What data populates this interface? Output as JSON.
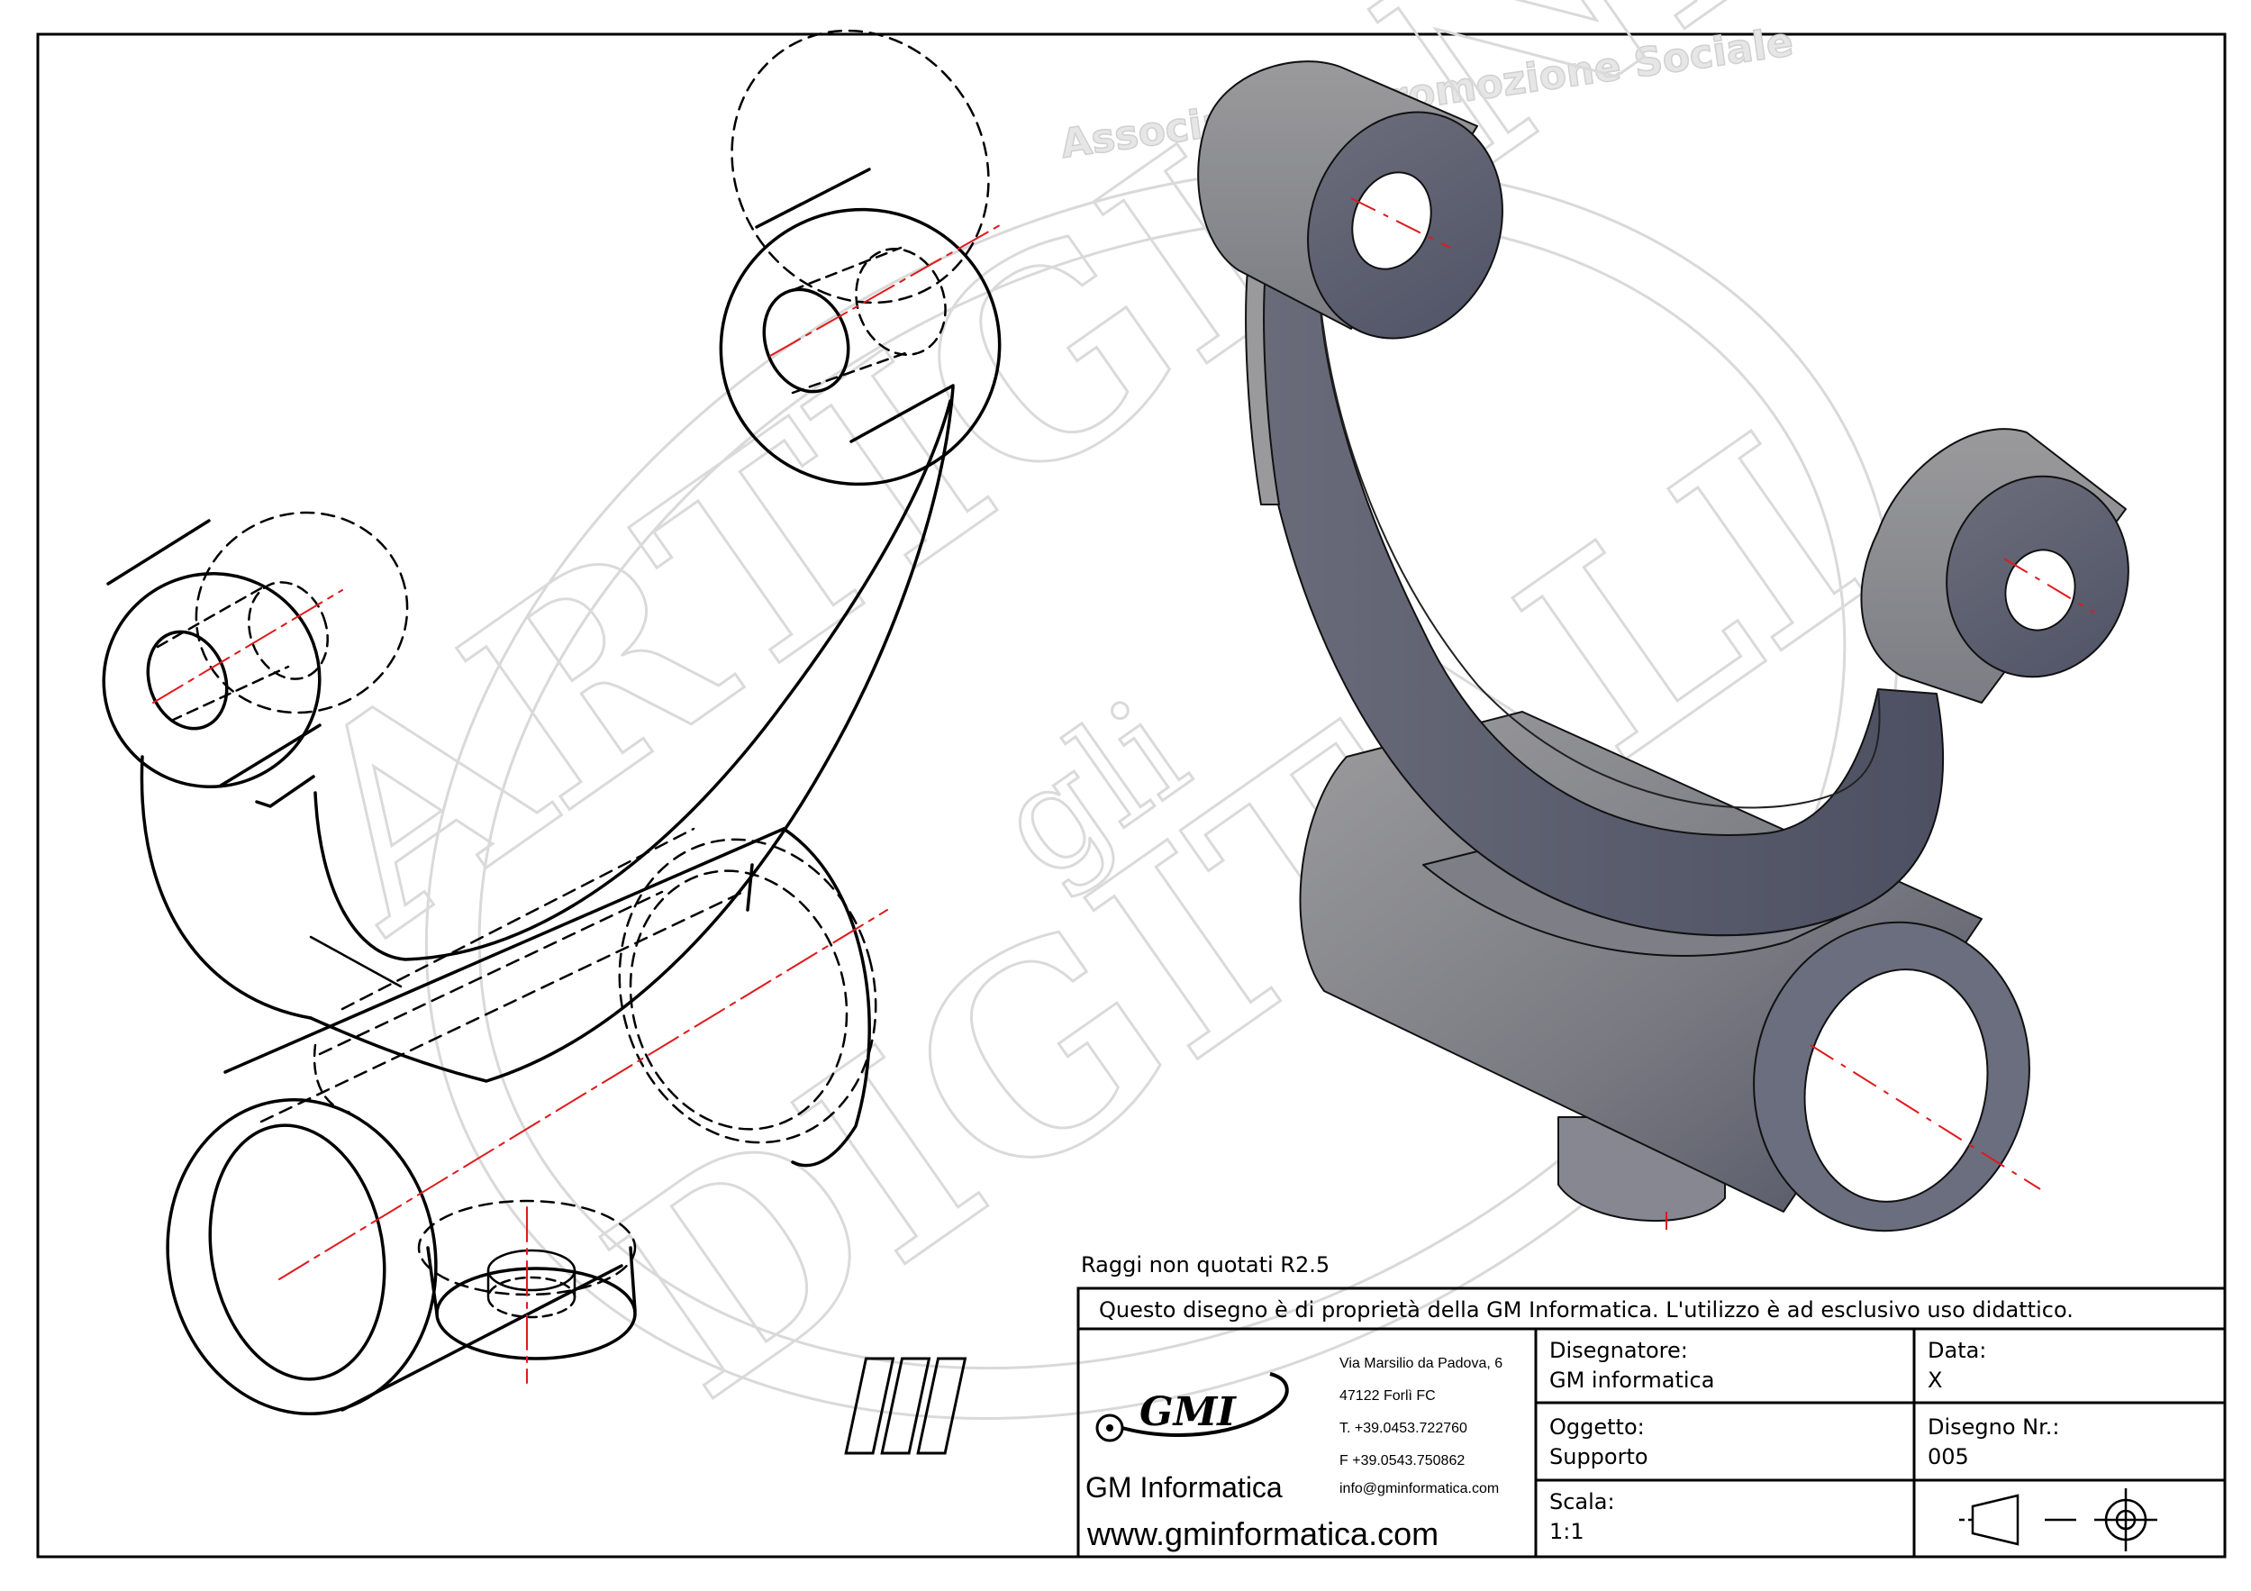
{
  "watermark": {
    "line1": "Associazione Promozione Sociale",
    "big_left": "ARTIGIANI",
    "middle": "gli",
    "big_right": "DIGITALI"
  },
  "note": "Raggi non quotati R2.5",
  "title_block": {
    "ownership": "Questo disegno è di proprietà della GM Informatica. L'utilizzo è ad esclusivo uso didattico.",
    "logo_text": "GMI",
    "company_name": "GM Informatica",
    "website": "www.gminformatica.com",
    "address": {
      "street": "Via Marsilio da Padova, 6",
      "city": "47122  Forlì  FC",
      "phone": "T. +39.0453.722760",
      "fax": "F +39.0543.750862",
      "email": "info@gminformatica.com"
    },
    "designer_label": "Disegnatore:",
    "designer_value": "GM  informatica",
    "date_label": "Data:",
    "date_value": "X",
    "object_label": "Oggetto:",
    "object_value": "Supporto",
    "drawing_no_label": "Disegno  Nr.:",
    "drawing_no_value": "005",
    "scale_label": "Scala:",
    "scale_value": "1:1",
    "projection_symbol": "first-angle-projection-symbol"
  },
  "colors": {
    "line": "#000000",
    "centerline": "#e0191c",
    "watermark": "#d8d8d8",
    "solid_dark": "#5c5f6e",
    "solid_mid": "#80818a",
    "solid_light": "#a3a3a6"
  }
}
